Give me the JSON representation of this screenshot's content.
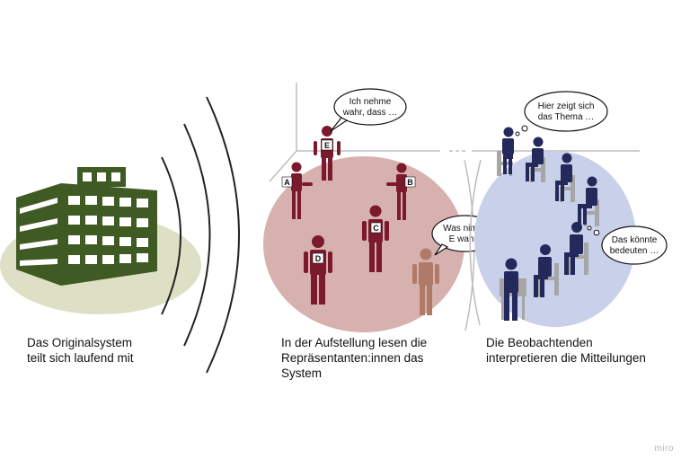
{
  "captions": {
    "original_system": "Das Originalsystem\nteilt sich laufend mit",
    "constellation": "In der Aufstellung lesen die\nRepräsentanten:innen das\nSystem",
    "observers": "Die Beobachtenden\ninterpretieren die Mitteilungen"
  },
  "bubbles": {
    "representative_e": [
      "Ich nehme",
      "wahr, dass …"
    ],
    "question": [
      "Was nimmt",
      "E wahr?"
    ],
    "observer_thought": [
      "Hier zeigt sich",
      "das Thema …"
    ],
    "observer_could": [
      "Das könnte",
      "bedeuten …"
    ]
  },
  "figure_letters": [
    "A",
    "B",
    "C",
    "D",
    "E"
  ],
  "watermark": "miro",
  "colors": {
    "building": "#3f5a22",
    "building_ground": "#dde0c4",
    "constellation_area": "#d7b1ad",
    "representative": "#7a1a2c",
    "questioner": "#b07a68",
    "observer_area": "#c9d0ea",
    "observer": "#23295a",
    "chair": "#a6a6a6",
    "waves": "#222222"
  }
}
